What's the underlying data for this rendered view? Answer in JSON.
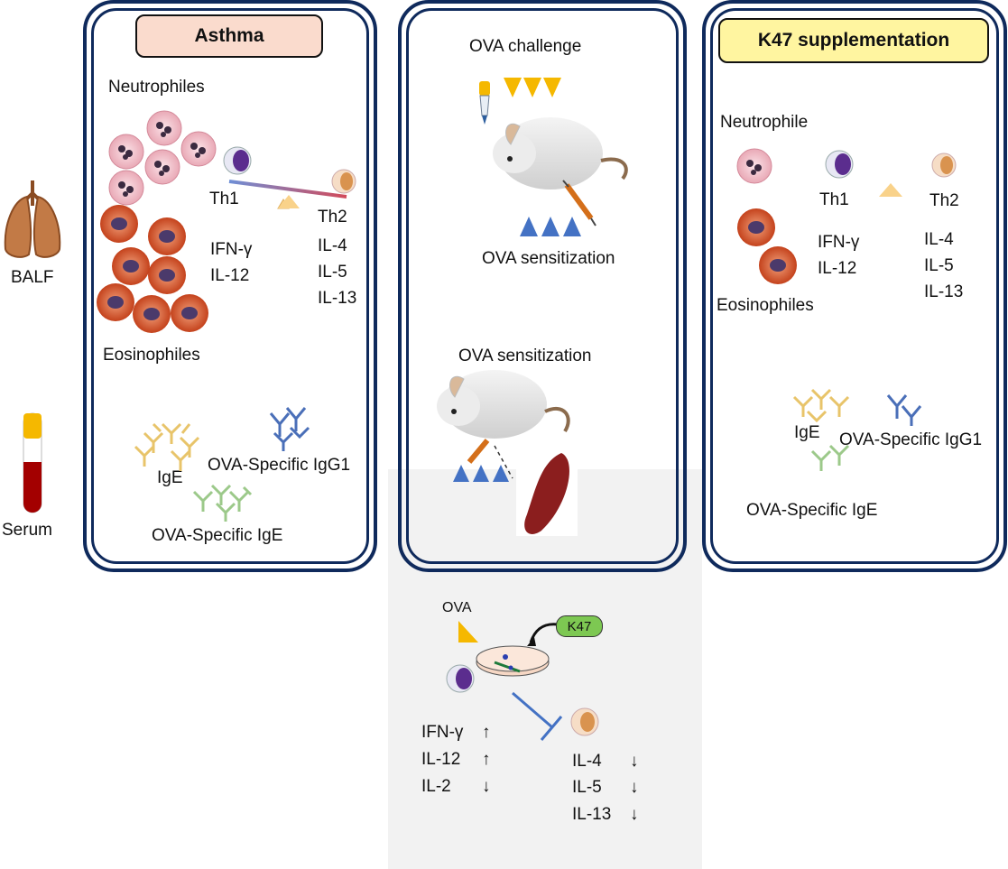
{
  "left_labels": {
    "balf": "BALF",
    "serum": "Serum"
  },
  "asthma": {
    "title": "Asthma",
    "neutrophiles": "Neutrophiles",
    "eosinophiles": "Eosinophiles",
    "th1": "Th1",
    "th2": "Th2",
    "th1_cytokines": [
      "IFN-γ",
      "IL-12"
    ],
    "th2_cytokines": [
      "IL-4",
      "IL-5",
      "IL-13"
    ],
    "ige": "IgE",
    "ova_igg1": "OVA-Specific IgG1",
    "ova_ige": "OVA-Specific IgE"
  },
  "middle": {
    "ova_challenge": "OVA challenge",
    "ova_sensitization_top": "OVA sensitization",
    "ova_sensitization_bottom": "OVA sensitization"
  },
  "k47": {
    "title": "K47 supplementation",
    "neutrophile": "Neutrophile",
    "eosinophiles": "Eosinophiles",
    "th1": "Th1",
    "th2": "Th2",
    "th1_cytokines": [
      "IFN-γ",
      "IL-12"
    ],
    "th2_cytokines": [
      "IL-4",
      "IL-5",
      "IL-13"
    ],
    "ige": "IgE",
    "ova_igg1": "OVA-Specific IgG1",
    "ova_ige": "OVA-Specific IgE"
  },
  "invitro": {
    "ova": "OVA",
    "k47_label": "K47",
    "th1_cytokines": [
      {
        "name": "IFN-γ",
        "arrow": "↑"
      },
      {
        "name": "IL-12",
        "arrow": "↑"
      },
      {
        "name": "IL-2",
        "arrow": "↓"
      }
    ],
    "th2_cytokines": [
      {
        "name": "IL-4",
        "arrow": "↓"
      },
      {
        "name": "IL-5",
        "arrow": "↓"
      },
      {
        "name": "IL-13",
        "arrow": "↓"
      }
    ]
  },
  "colors": {
    "panel_border": "#0f2a5c",
    "asthma_title_bg": "#fadbcd",
    "k47_title_bg": "#fff5a0",
    "ova_triangle": "#f5b800",
    "sensitization_triangle": "#4472c4",
    "k47_pill": "#7dc852",
    "invitro_bg": "#f2f2f2"
  }
}
